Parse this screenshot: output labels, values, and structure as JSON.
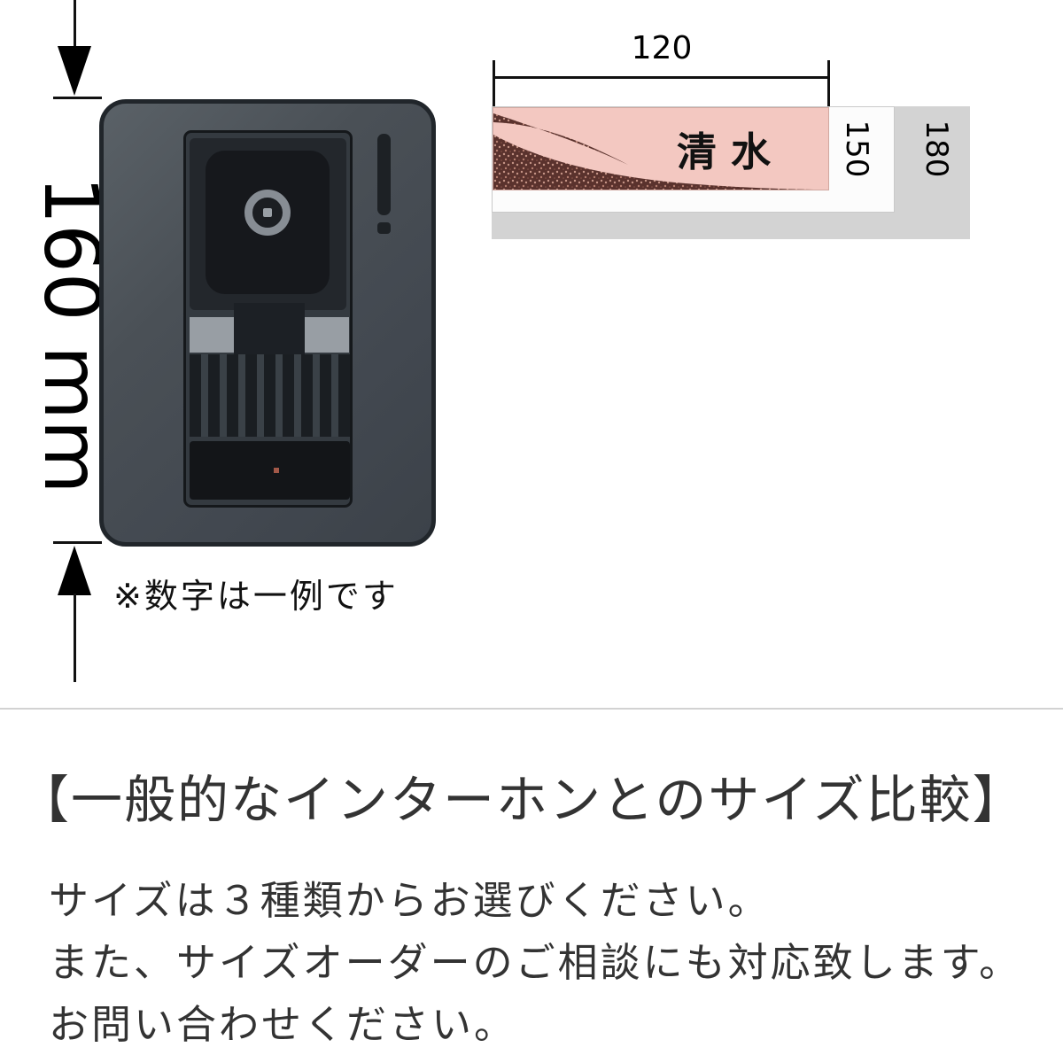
{
  "colors": {
    "background": "#ffffff",
    "intercom_body": "#4a5056",
    "plate_pink": "#f3c8c1",
    "pattern_maroon": "#5a322d",
    "plate_white": "#fcfcfc",
    "plate_gray": "#d3d3d3",
    "text_dark": "#333333"
  },
  "intercom_diagram": {
    "dimension_label": "160 mm",
    "note": "※数字は一例です"
  },
  "nameplate_diagram": {
    "width_label": "120",
    "middle_size_label": "150",
    "outer_size_label": "180",
    "plate_name": "清水"
  },
  "comparison_section": {
    "heading": "【一般的なインターホンとのサイズ比較】",
    "body_lines": [
      "サイズは３種類からお選びください。",
      "また、サイズオーダーのご相談にも対応致します。",
      "お問い合わせください。"
    ]
  }
}
